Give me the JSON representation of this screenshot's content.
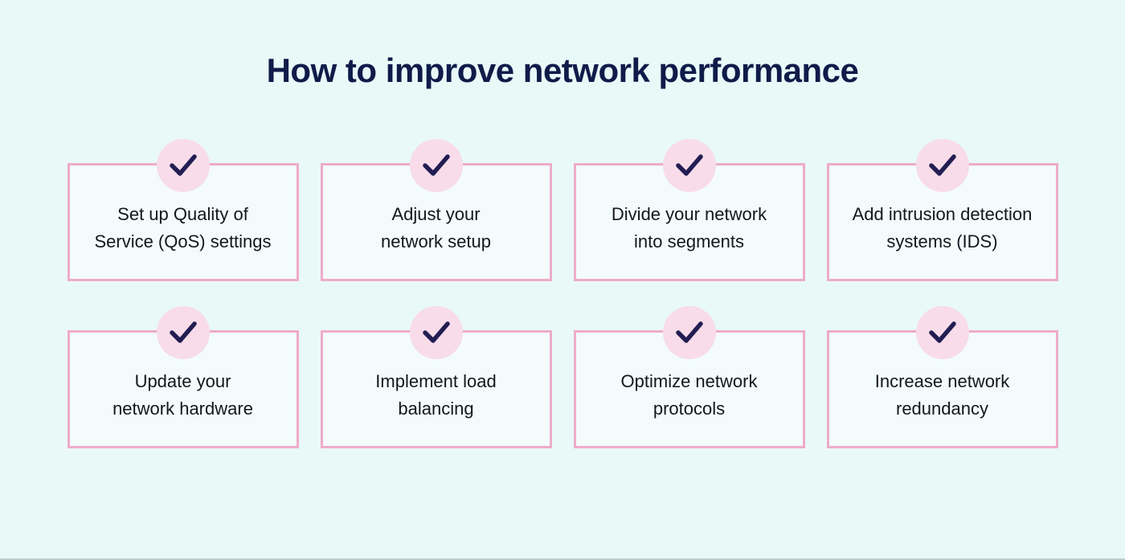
{
  "theme": {
    "page_bg": "#e9f9f8",
    "card_bg": "#f3fcfb",
    "card_border": "#efabca",
    "badge_bg": "#f8dcea",
    "check_color": "#221e52",
    "title_color": "#0f1b49",
    "card_text_color": "#14161e"
  },
  "header": {
    "title": "How to improve network performance"
  },
  "icons": {
    "badge_icon": "checkmark-icon"
  },
  "cards": [
    {
      "lines": [
        "Set up Quality of",
        "Service (QoS) settings"
      ]
    },
    {
      "lines": [
        "Adjust your",
        "network setup"
      ]
    },
    {
      "lines": [
        "Divide your network",
        "into segments"
      ]
    },
    {
      "lines": [
        "Add intrusion detection",
        "systems (IDS)"
      ]
    },
    {
      "lines": [
        "Update your",
        "network hardware"
      ]
    },
    {
      "lines": [
        "Implement load",
        "balancing"
      ]
    },
    {
      "lines": [
        "Optimize network",
        "protocols"
      ]
    },
    {
      "lines": [
        "Increase network",
        "redundancy"
      ]
    }
  ]
}
